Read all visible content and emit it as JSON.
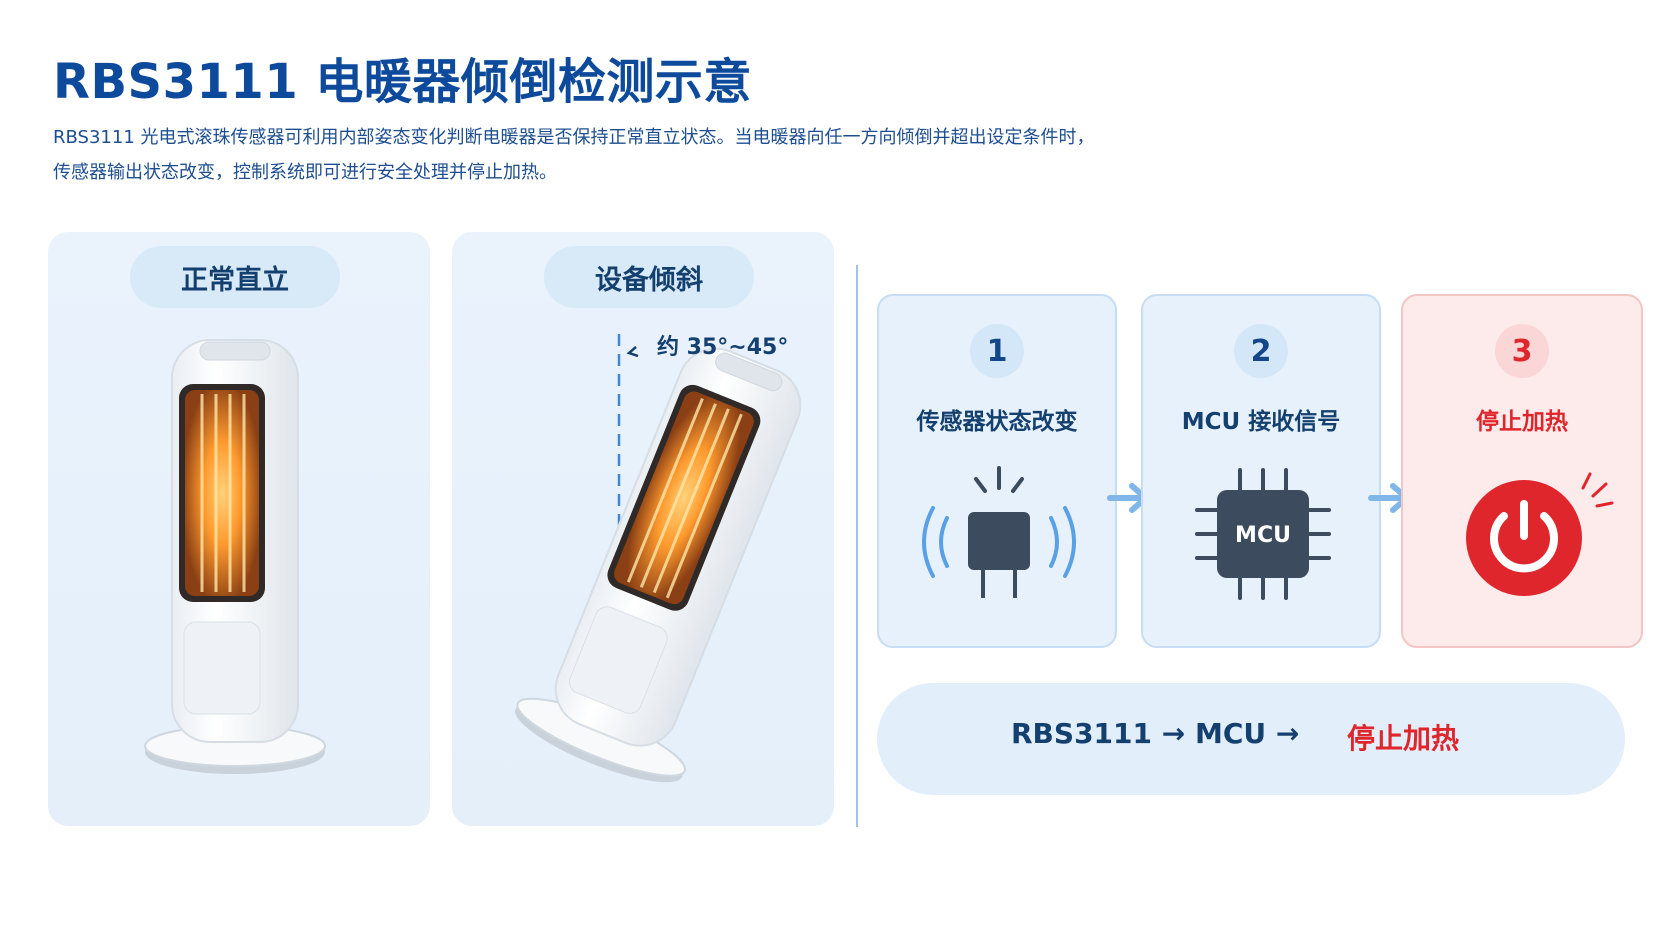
{
  "title": "RBS3111 电暖器倾倒检测示意",
  "description": {
    "line1": "RBS3111 光电式滚珠传感器可利用内部姿态变化判断电暖器是否保持正常直立状态。当电暖器向任一方向倾倒并超出设定条件时，",
    "line2": "传感器输出状态改变，控制系统即可进行安全处理并停止加热。"
  },
  "panels": {
    "upright": {
      "label": "正常直立"
    },
    "tilted": {
      "label": "设备倾斜",
      "angle_label": "约 35°~45°"
    }
  },
  "steps": [
    {
      "number": "1",
      "label": "传感器状态改变",
      "icon": "sensor-icon"
    },
    {
      "number": "2",
      "label": "MCU 接收信号",
      "icon": "mcu-chip-icon",
      "chip_text": "MCU"
    },
    {
      "number": "3",
      "label": "停止加热",
      "icon": "power-off-icon"
    }
  ],
  "summary": {
    "flow": "RBS3111 → MCU →",
    "result": "停止加热"
  },
  "colors": {
    "title": "#0d4a9c",
    "accent_red": "#e0262d",
    "panel_bg": "#e7f1fb",
    "dark_icon": "#3d4b5e",
    "arrow_blue": "#7fb7ea"
  }
}
